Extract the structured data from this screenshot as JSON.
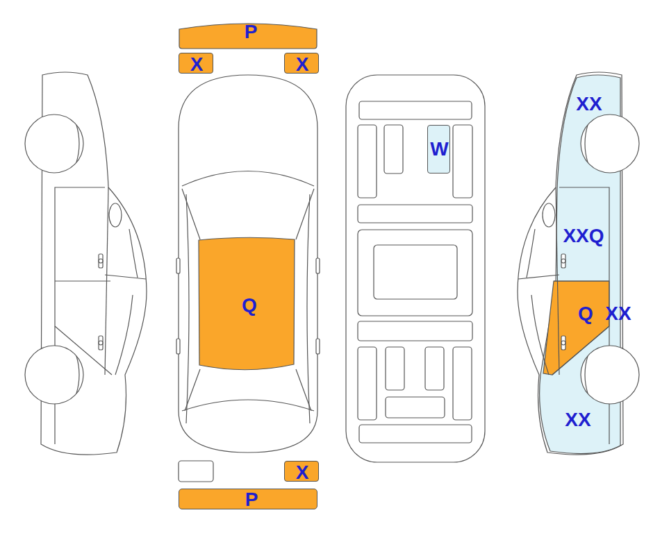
{
  "diagram": {
    "nodes": [
      {
        "text": [
          "P"
        ]
      },
      {
        "text": [
          "X"
        ]
      },
      {
        "text": [
          "X"
        ]
      },
      {
        "text": [
          "XX",
          "XXQ",
          "XX",
          "XX"
        ]
      },
      {
        "text": [
          "Q"
        ],
        "in": 3
      },
      {
        "text": [
          "W"
        ]
      },
      {
        "text": [
          "Q"
        ]
      },
      {
        "text": [
          "X"
        ]
      },
      {
        "text": [
          "P"
        ]
      }
    ]
  }
}
